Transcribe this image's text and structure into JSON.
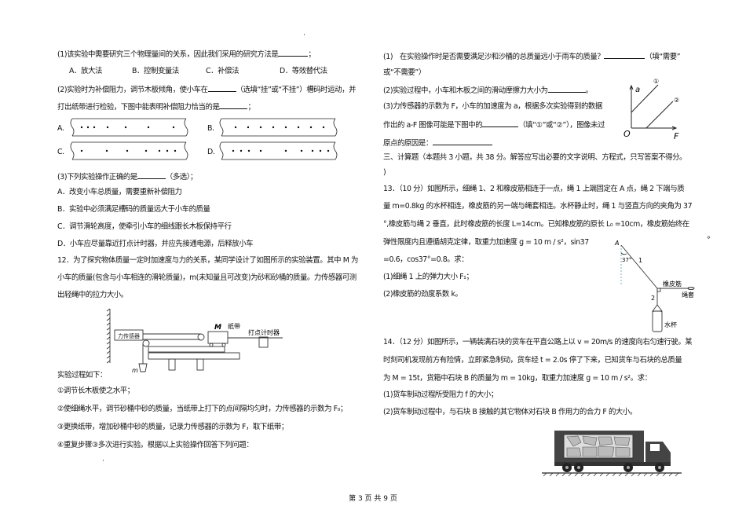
{
  "left": {
    "q1": "(1)该实验中需要研究三个物理量间的关系，因此我们采用的研究方法是",
    "q1_end": "；",
    "q1_options": [
      "A．放大法",
      "B．控制变量法",
      "C．补偿法",
      "D．等效替代法"
    ],
    "q2_a": "(2)实验时为补偿阻力，调节木板倾角，使小车在",
    "q2_b": "（选填“挂”或“不挂”）槽码时运动，并",
    "q2_c": "打出纸带进行检验，下图中能表明补偿阻力恰当的是",
    "q2_end": "；",
    "tape_labels": [
      "A.",
      "B.",
      "C.",
      "D."
    ],
    "q3": "(3)下列实验操作正确的是",
    "q3_end": "（多选）；",
    "q3_options": [
      "A．改变小车总质量，需要重新补偿阻力",
      "B．实验中必须满足槽码的质量远大于小车的质量",
      "C．调节滑轮高度，使牵引小车的细线跟长木板保持平行",
      "D．小车应尽量靠近打点计时器，并应先接通电源，后释放小车"
    ],
    "q12": [
      "12．为了探究物体质量一定时加速度与力的关系，某同学设计了如图所示的实验装置。其中 M 为",
      "小车的质量(包含与小车相连的滑轮质量)，m(未知量且可改变)为砂和砂桶的质量。力传感器可测",
      "出轻绳中的拉力大小。"
    ],
    "diagram": {
      "sensor": "力传感器",
      "M": "M",
      "tape": "纸带",
      "timer": "打点计时器",
      "m": "m"
    },
    "process": "实验过程如下：",
    "steps": [
      "①调节长木板使之水平；",
      "②使细绳水平，调节砂桶中砂的质量，当纸带上打下的点间隔均匀时，力传感器的示数为 F₀；",
      "③更换纸带，增加砂桶中砂的质量，记录力传感器的示数为 F，取下纸带；",
      "④重复步骤③多次进行实验。根据以上实验操作回答下列问题："
    ]
  },
  "right": {
    "p1_a": "(1)　在实验操作时是否需要满足沙和沙桶的总质量远小于雨车的质量？",
    "p1_b": "（填“需要”",
    "p1_c": "或“不需要”）",
    "p2": "(2)实验过程中，小车和木板之间的滑动摩擦力大小为",
    "p2_end": "。",
    "p3_a": "(3)力传感器的示数为 F，小车的加速度为 a，根据多次实验得到的数据",
    "p3_b": "作出的 a-F 图像可能是下图中的",
    "p3_c": "（填“①”或“②”），图像未过",
    "p3_d": "原点的原因是：",
    "graph": {
      "y": "a",
      "x": "F",
      "origin": "O",
      "line1": "①",
      "line2": "②"
    },
    "section": "三、计算题（本题共 3 小题，共 38 分。解答应写出必要的文字说明、方程式，只写答案不得分。",
    "section_end": ")",
    "q13": [
      "13．（10 分）如图所示，细绳 1、2 和橡皮筋相连于一点，绳 1 上端固定在 A 点，绳 2 下端与质",
      "量 m=0.8kg 的水杯相连，橡皮筋的另一端与绳套相连。水杯静止时，绳 1 与竖直方向的夹角为 37",
      "°,橡皮筋与绳 2 垂直，此时橡皮筋的长度 L=14cm。已知橡皮筋的原长 L₀ =10cm，橡皮筋始终在",
      "弹性限度内且遵循胡克定律，取重力加速度 g = 10 m / s²，sin37",
      "=0.6，cos37°=0.8。求：",
      "(1)细绳 1 上的弹力大小 F₁；",
      "(2)橡皮筋的劲度系数 k。"
    ],
    "q13_degree": "°",
    "fig13": {
      "A": "A",
      "angle": "37°",
      "rope1": "1",
      "rope2": "2",
      "band": "橡皮筋",
      "loop": "绳套",
      "cup": "水杯"
    },
    "q14": [
      "14．（12 分）如图所示，一辆装满石块的货车在平直公路上以 v = 20m/s 的速度向右匀速行驶。某",
      "时刻司机发现前方有险情，立即紧急制动，货车经 t = 2.0s 停了下来，已知货车与石块的总质量",
      "为 M = 15t，货箱中石块 B 的质量为 m = 10kg，取重力加速度 g = 10 m / s²。求：",
      "(1)货车制动过程所受阻力 f 的大小；",
      "(2)货车制动过程中，与石块 B 接触的其它物体对石块 B 作用力的合力 F 的大小。"
    ]
  },
  "footer": "第 3 页 共 9 页"
}
